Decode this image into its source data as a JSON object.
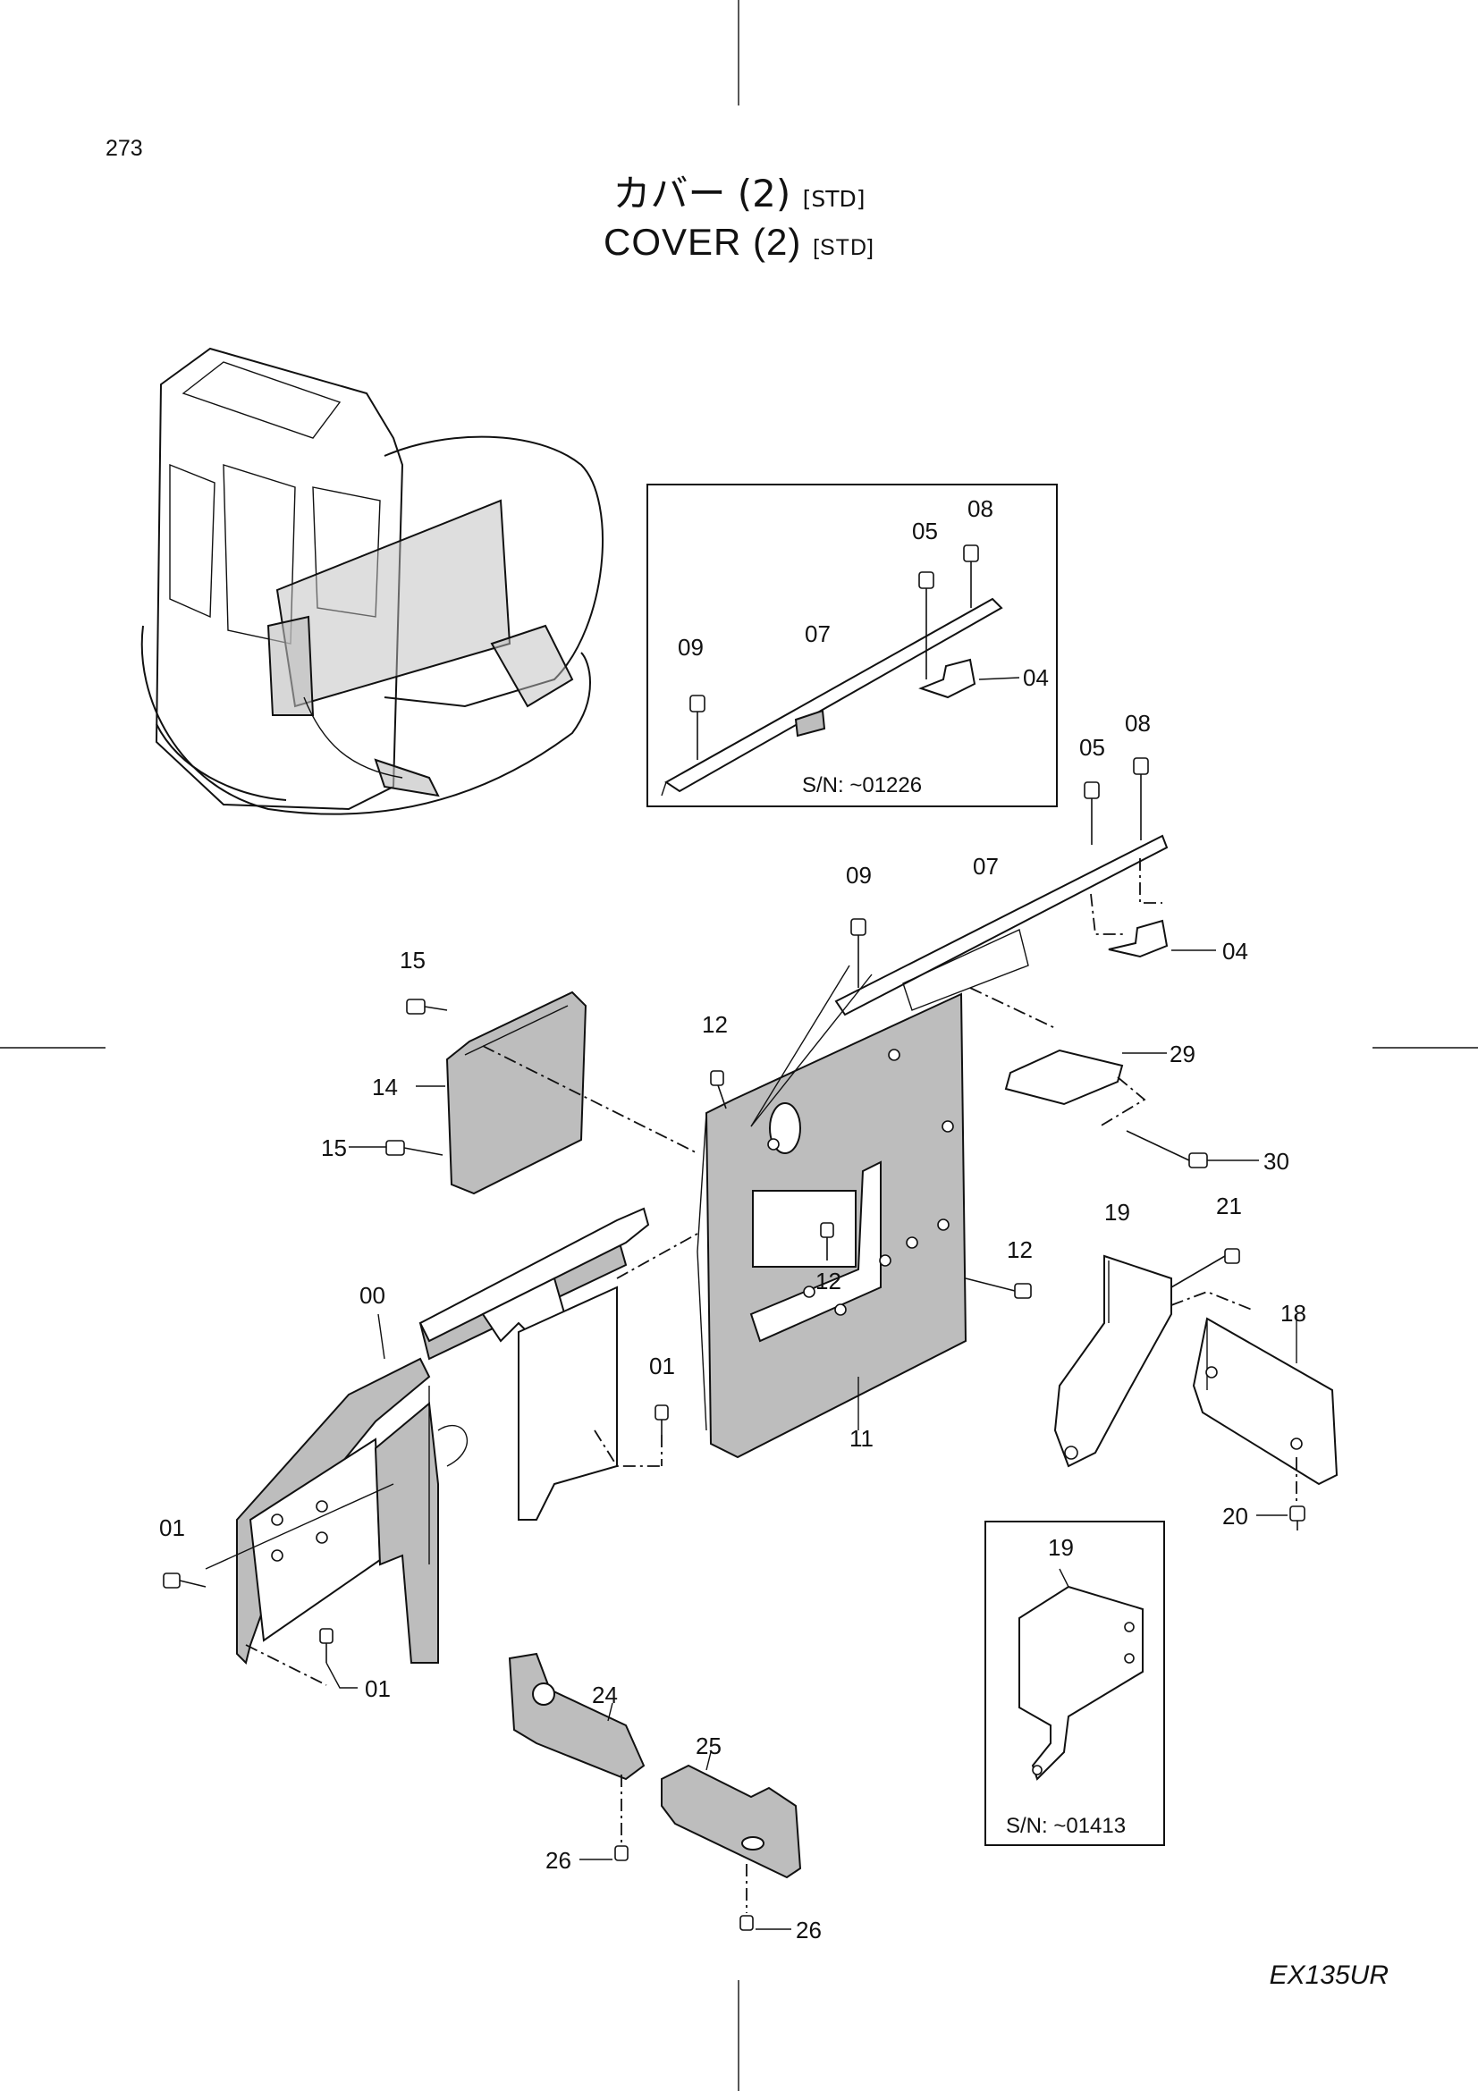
{
  "page_number": "273",
  "title": {
    "jp": "カバー (2)",
    "en": "COVER (2)",
    "tag": "[STD]"
  },
  "insets": [
    {
      "id": "inset-top",
      "note": "S/N: ~01226",
      "callouts": [
        "05",
        "08",
        "09",
        "07",
        "04"
      ]
    },
    {
      "id": "inset-bottom",
      "note": "S/N:  ~01413",
      "callouts": [
        "19"
      ]
    }
  ],
  "callouts": [
    "05",
    "08",
    "09",
    "07",
    "04",
    "15",
    "14",
    "12",
    "29",
    "30",
    "15",
    "19",
    "21",
    "12",
    "00",
    "12",
    "18",
    "01",
    "11",
    "01",
    "20",
    "01",
    "24",
    "25",
    "26",
    "26"
  ],
  "model": "EX135UR"
}
